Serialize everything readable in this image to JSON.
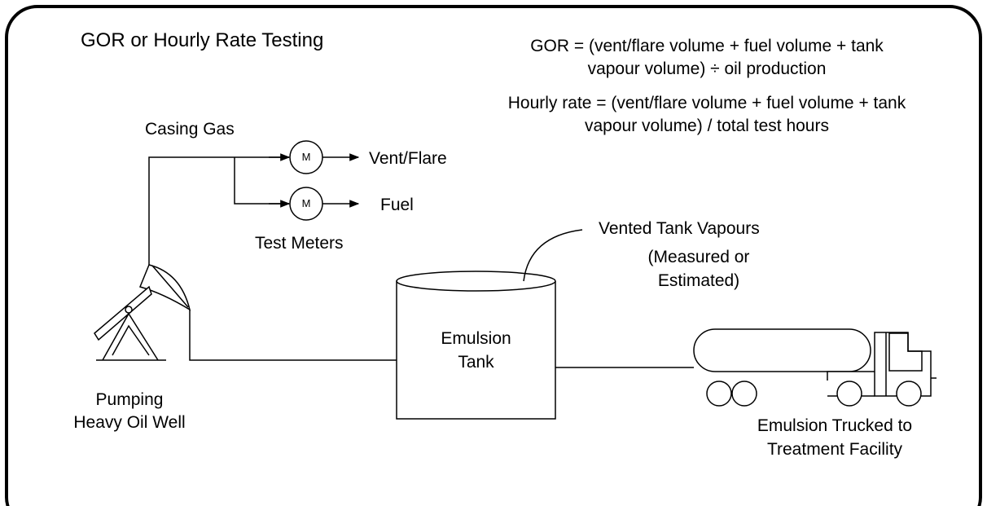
{
  "title": "GOR or Hourly Rate Testing",
  "equations": {
    "gor_line1": "GOR = (vent/flare volume + fuel volume + tank",
    "gor_line2": "vapour volume) ÷ oil production",
    "hourly_line1": "Hourly rate = (vent/flare volume + fuel volume + tank",
    "hourly_line2": "vapour volume) / total test hours"
  },
  "labels": {
    "casing_gas": "Casing Gas",
    "vent_flare": "Vent/Flare",
    "fuel": "Fuel",
    "test_meters": "Test Meters",
    "meter_symbol": "M",
    "vented_tank_vapours": "Vented Tank Vapours",
    "measured_line1": "(Measured or",
    "measured_line2": "Estimated)",
    "tank_line1": "Emulsion",
    "tank_line2": "Tank",
    "well_line1": "Pumping",
    "well_line2": "Heavy Oil Well",
    "truck_line1": "Emulsion Trucked to",
    "truck_line2": "Treatment Facility"
  },
  "colors": {
    "line": "#000000",
    "background": "#ffffff"
  }
}
